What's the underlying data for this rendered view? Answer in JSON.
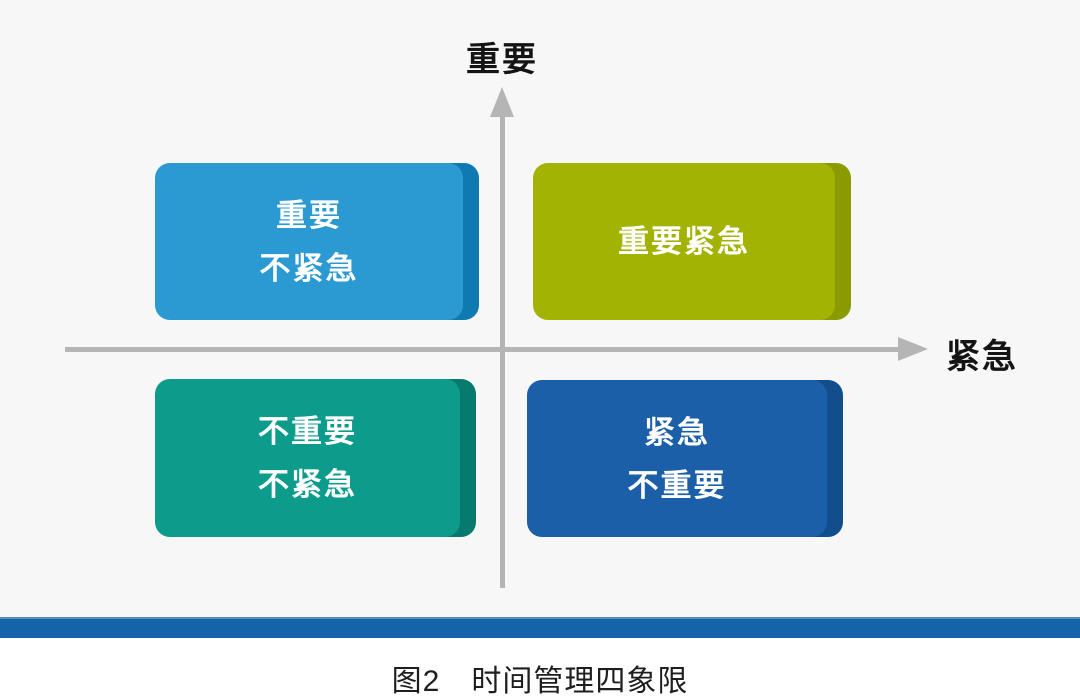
{
  "figure": {
    "caption": "图2　时间管理四象限"
  },
  "axes": {
    "y_label": "重要",
    "x_label": "紧急",
    "line_color": "#b5b5b5"
  },
  "quadrants": [
    {
      "id": "important-not-urgent",
      "position": "top-left",
      "label": "重要\n不紧急",
      "color": "#2b9ad2",
      "edge_color": "#0f7ab2"
    },
    {
      "id": "important-urgent",
      "position": "top-right",
      "label": "重要紧急",
      "color": "#a3b303",
      "edge_color": "#8a9a00"
    },
    {
      "id": "not-important-not-urgent",
      "position": "bottom-left",
      "label": "不重要\n不紧急",
      "color": "#0d9c8c",
      "edge_color": "#067a6d"
    },
    {
      "id": "urgent-not-important",
      "position": "bottom-right",
      "label": "紧急\n不重要",
      "color": "#1b5fa9",
      "edge_color": "#124e8b"
    }
  ],
  "divider_bar": {
    "color": "#1563a8"
  },
  "colors": {
    "quadrant_text": "#ffffff",
    "axis_label_text": "#141414",
    "caption_text": "#1e1e1e",
    "background_top": "#f7f7f8",
    "background_bottom": "#ffffff"
  }
}
